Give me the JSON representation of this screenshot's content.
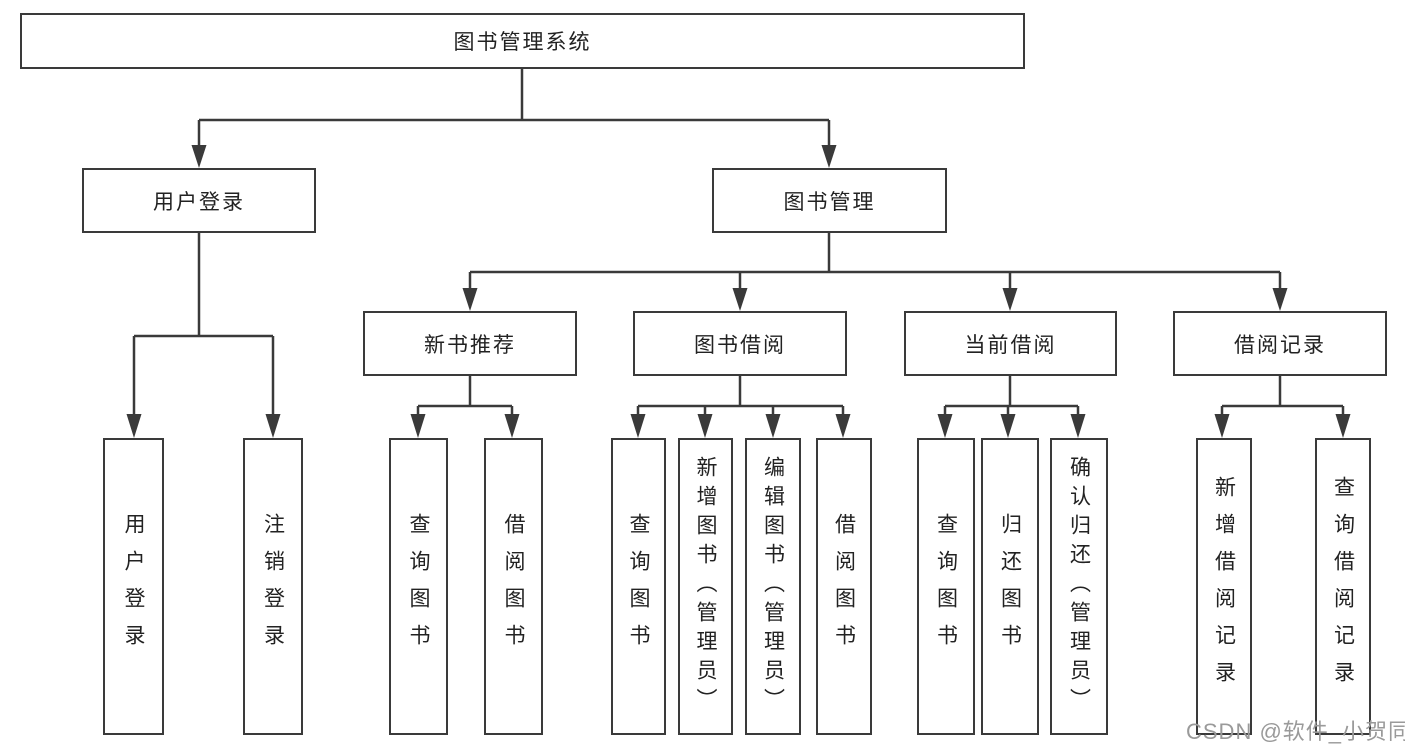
{
  "diagram": {
    "title": "图书管理系统",
    "root": {
      "label": "图书管理系统"
    },
    "level2": [
      {
        "label": "用户登录"
      },
      {
        "label": "图书管理"
      }
    ],
    "level3": [
      {
        "label": "新书推荐",
        "parent": "图书管理"
      },
      {
        "label": "图书借阅",
        "parent": "图书管理"
      },
      {
        "label": "当前借阅",
        "parent": "图书管理"
      },
      {
        "label": "借阅记录",
        "parent": "图书管理"
      }
    ],
    "leaves": [
      {
        "label": "用户登录",
        "parent": "用户登录"
      },
      {
        "label": "注销登录",
        "parent": "用户登录"
      },
      {
        "label": "查询图书",
        "parent": "新书推荐"
      },
      {
        "label": "借阅图书",
        "parent": "新书推荐"
      },
      {
        "label": "查询图书",
        "parent": "图书借阅"
      },
      {
        "label": "新增图书（管理员）",
        "parent": "图书借阅"
      },
      {
        "label": "编辑图书（管理员）",
        "parent": "图书借阅"
      },
      {
        "label": "借阅图书",
        "parent": "图书借阅"
      },
      {
        "label": "查询图书",
        "parent": "当前借阅"
      },
      {
        "label": "归还图书",
        "parent": "当前借阅"
      },
      {
        "label": "确认归还（管理员）",
        "parent": "当前借阅"
      },
      {
        "label": "新增借阅记录",
        "parent": "借阅记录"
      },
      {
        "label": "查询借阅记录",
        "parent": "借阅记录"
      }
    ],
    "colors": {
      "line": "#3a3a3a",
      "text": "#222222",
      "background": "#ffffff",
      "watermark": "#9a9a9a"
    }
  },
  "watermark": {
    "text": "CSDN @软件_小贺同学"
  }
}
